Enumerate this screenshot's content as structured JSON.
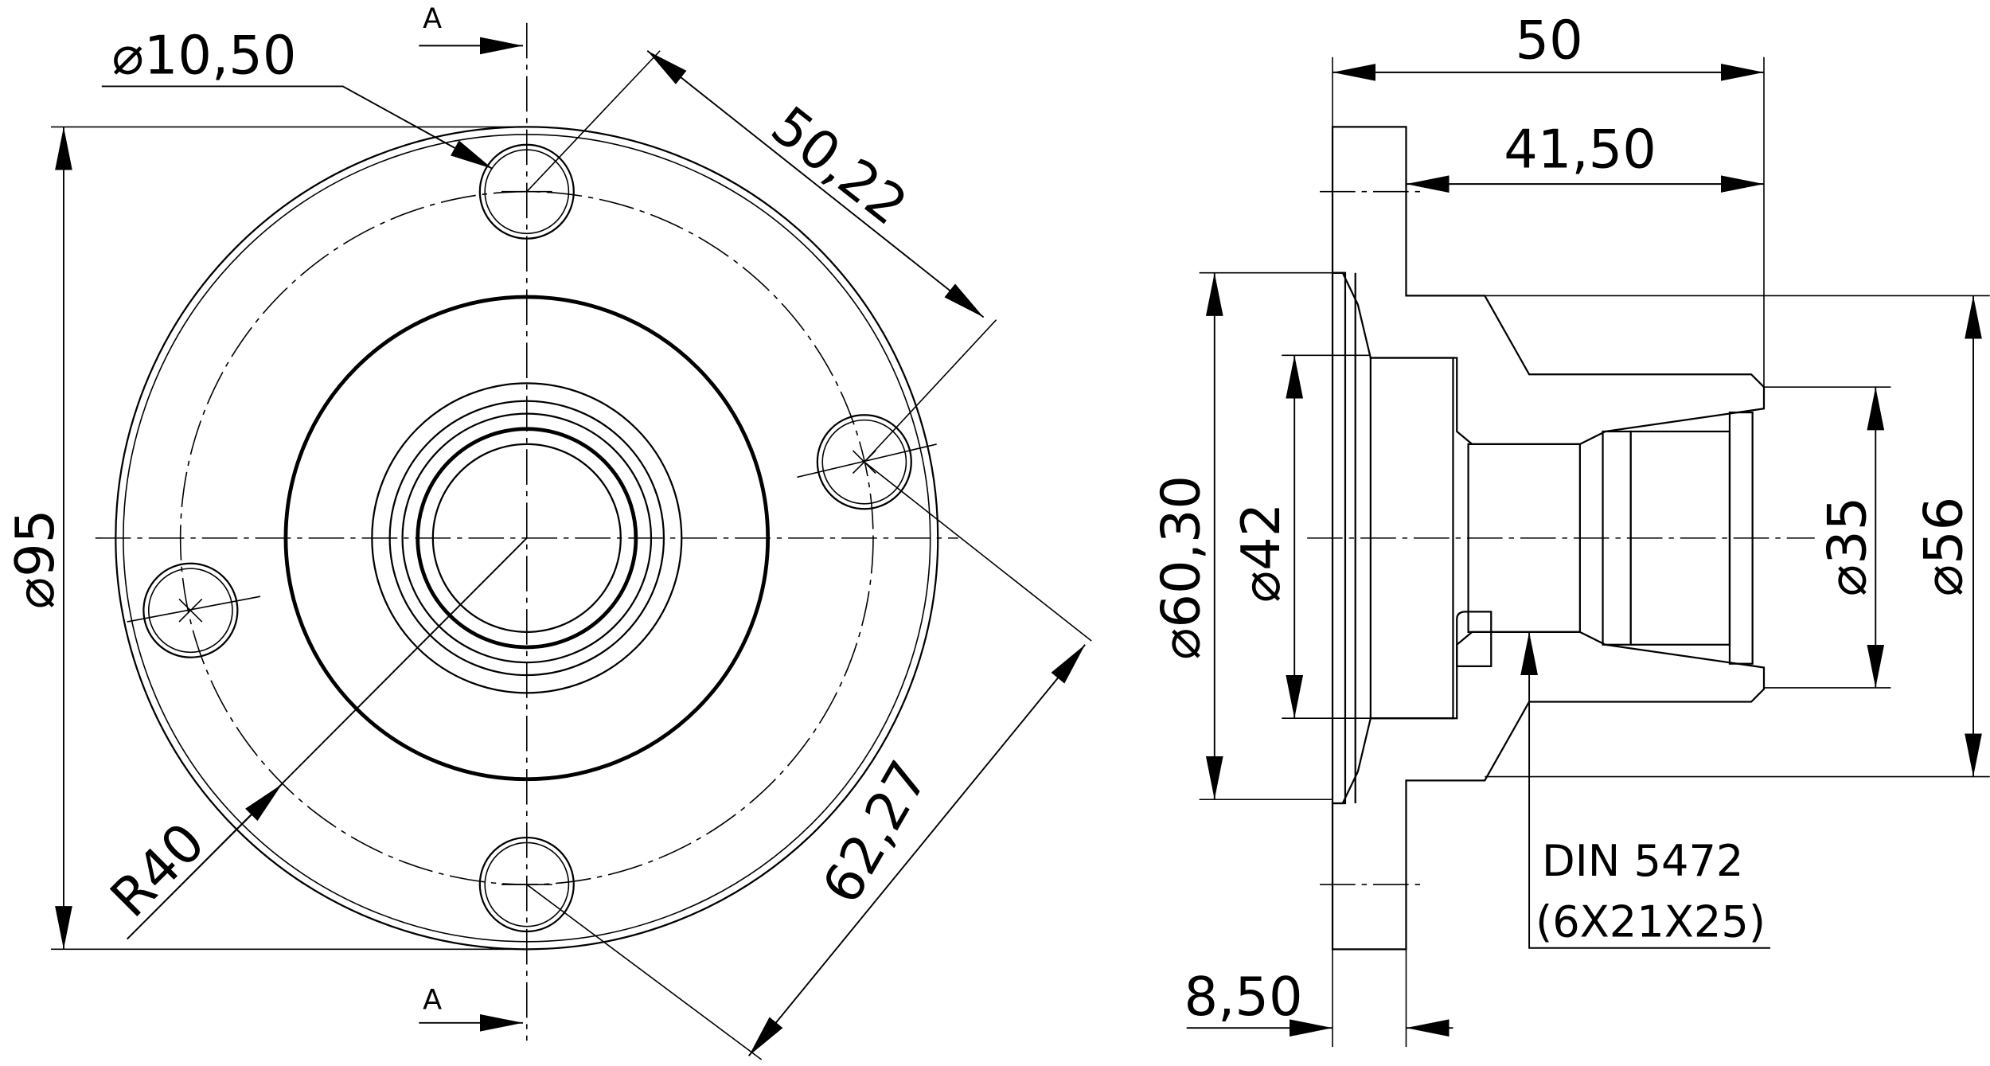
{
  "drawing": {
    "front_view": {
      "section_label_top": "A",
      "section_label_bottom": "A",
      "hole_diameter": "⌀10,50",
      "hole_spacing": "50,22",
      "outer_diameter": "⌀95",
      "bolt_circle_radius": "R40",
      "diagonal_distance": "62,27"
    },
    "section_view": {
      "overall_length": "50",
      "hub_length": "41,50",
      "pilot_diameter": "⌀60,30",
      "bore_diameter": "⌀42",
      "spline_diameter": "⌀35",
      "hub_diameter": "⌀56",
      "spline_standard": "DIN 5472",
      "spline_spec": "(6X21X25)",
      "flange_thickness": "8,50"
    },
    "colors": {
      "line": "#000000",
      "background": "#ffffff"
    }
  }
}
